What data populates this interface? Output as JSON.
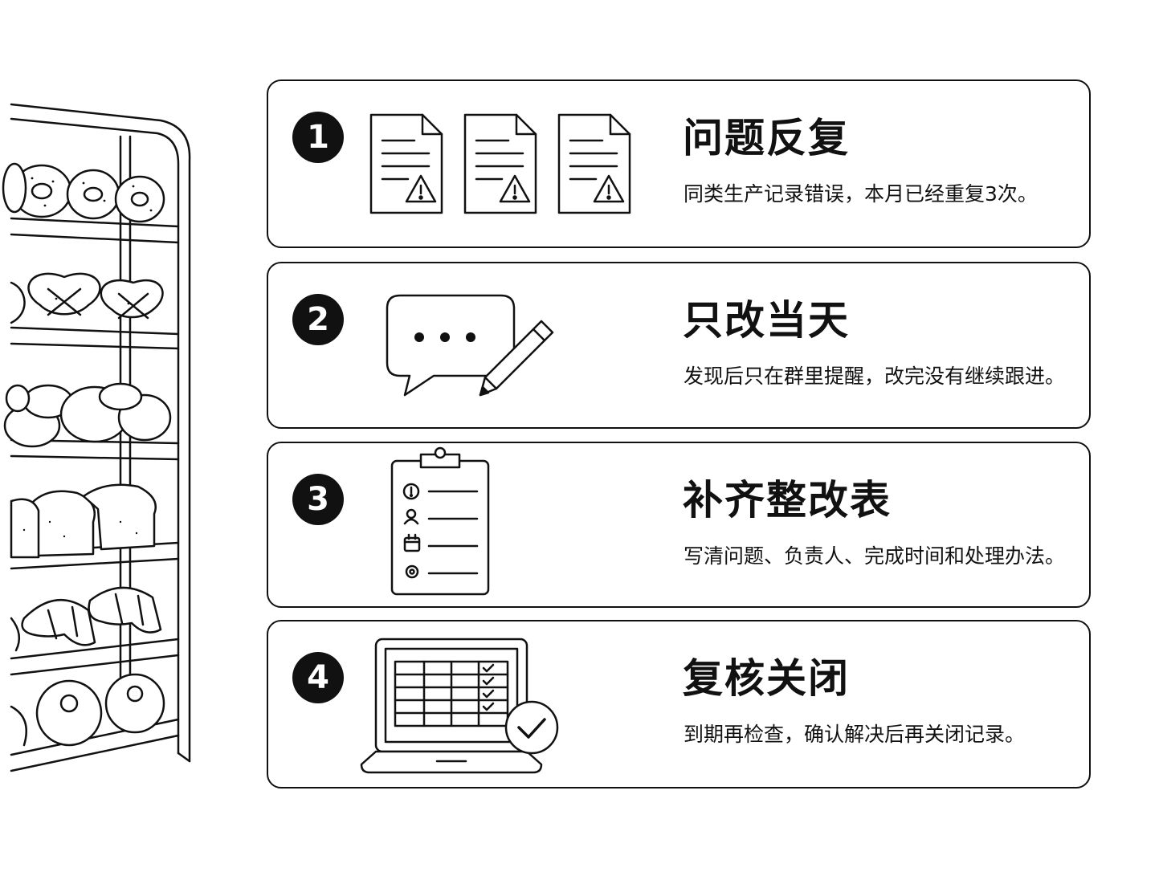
{
  "steps": [
    {
      "number": "1",
      "title": "问题反复",
      "description": "同类生产记录错误，本月已经重复3次。",
      "icon": "warning-document-icon"
    },
    {
      "number": "2",
      "title": "只改当天",
      "description": "发现后只在群里提醒，改完没有继续跟进。",
      "icon": "chat-pencil-icon"
    },
    {
      "number": "3",
      "title": "补齐整改表",
      "description": "写清问题、负责人、完成时间和处理办法。",
      "icon": "clipboard-checklist-icon"
    },
    {
      "number": "4",
      "title": "复核关闭",
      "description": "到期再检查，确认解决后再关闭记录。",
      "icon": "laptop-check-icon"
    }
  ],
  "colors": {
    "ink": "#111111",
    "background": "#ffffff"
  }
}
